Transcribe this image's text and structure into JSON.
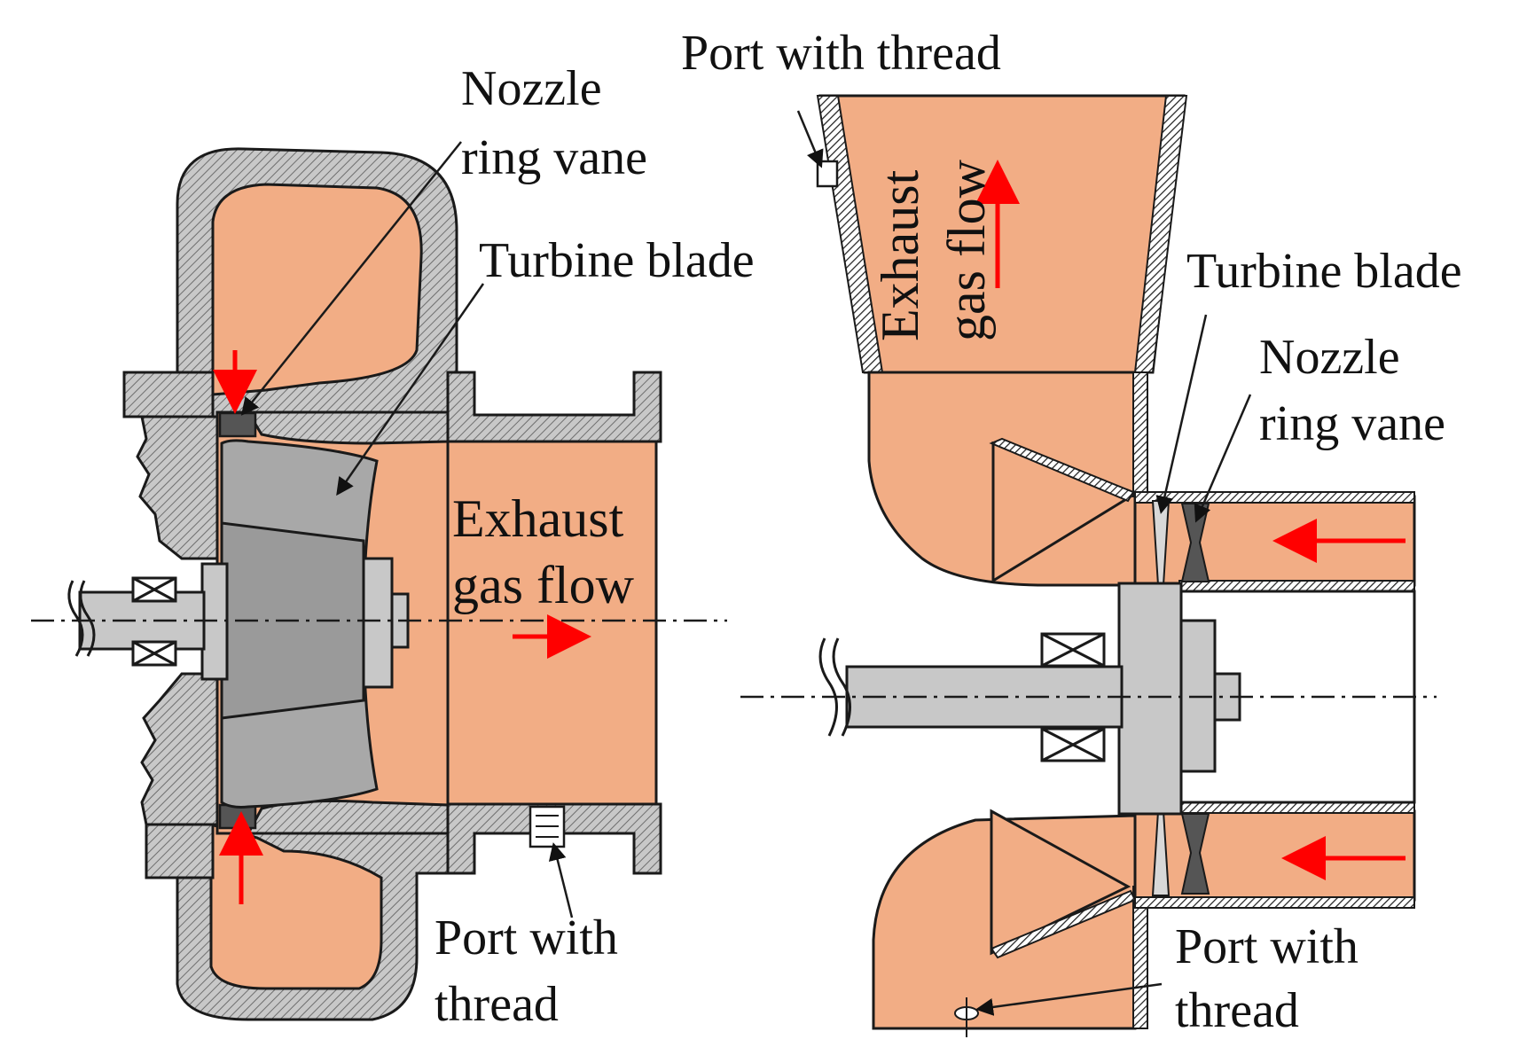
{
  "colors": {
    "gas": "#F2AD85",
    "metal": "#C8C8C8",
    "metal_dark": "#8C8C8C",
    "outline": "#1A1A1A",
    "flow_arrow": "#FF0000",
    "background": "#FFFFFF"
  },
  "left_view": {
    "labels": {
      "nozzle_line1": "Nozzle",
      "nozzle_line2": "ring vane",
      "turbine_blade": "Turbine blade",
      "exhaust_line1": "Exhaust",
      "exhaust_line2": "gas flow",
      "port_line1": "Port with",
      "port_line2": "thread"
    }
  },
  "right_view": {
    "labels": {
      "port_top": "Port with thread",
      "exhaust_line1": "Exhaust",
      "exhaust_line2": "gas flow",
      "turbine_blade": "Turbine blade",
      "nozzle_line1": "Nozzle",
      "nozzle_line2": "ring vane",
      "port_line1": "Port with",
      "port_line2": "thread"
    }
  }
}
